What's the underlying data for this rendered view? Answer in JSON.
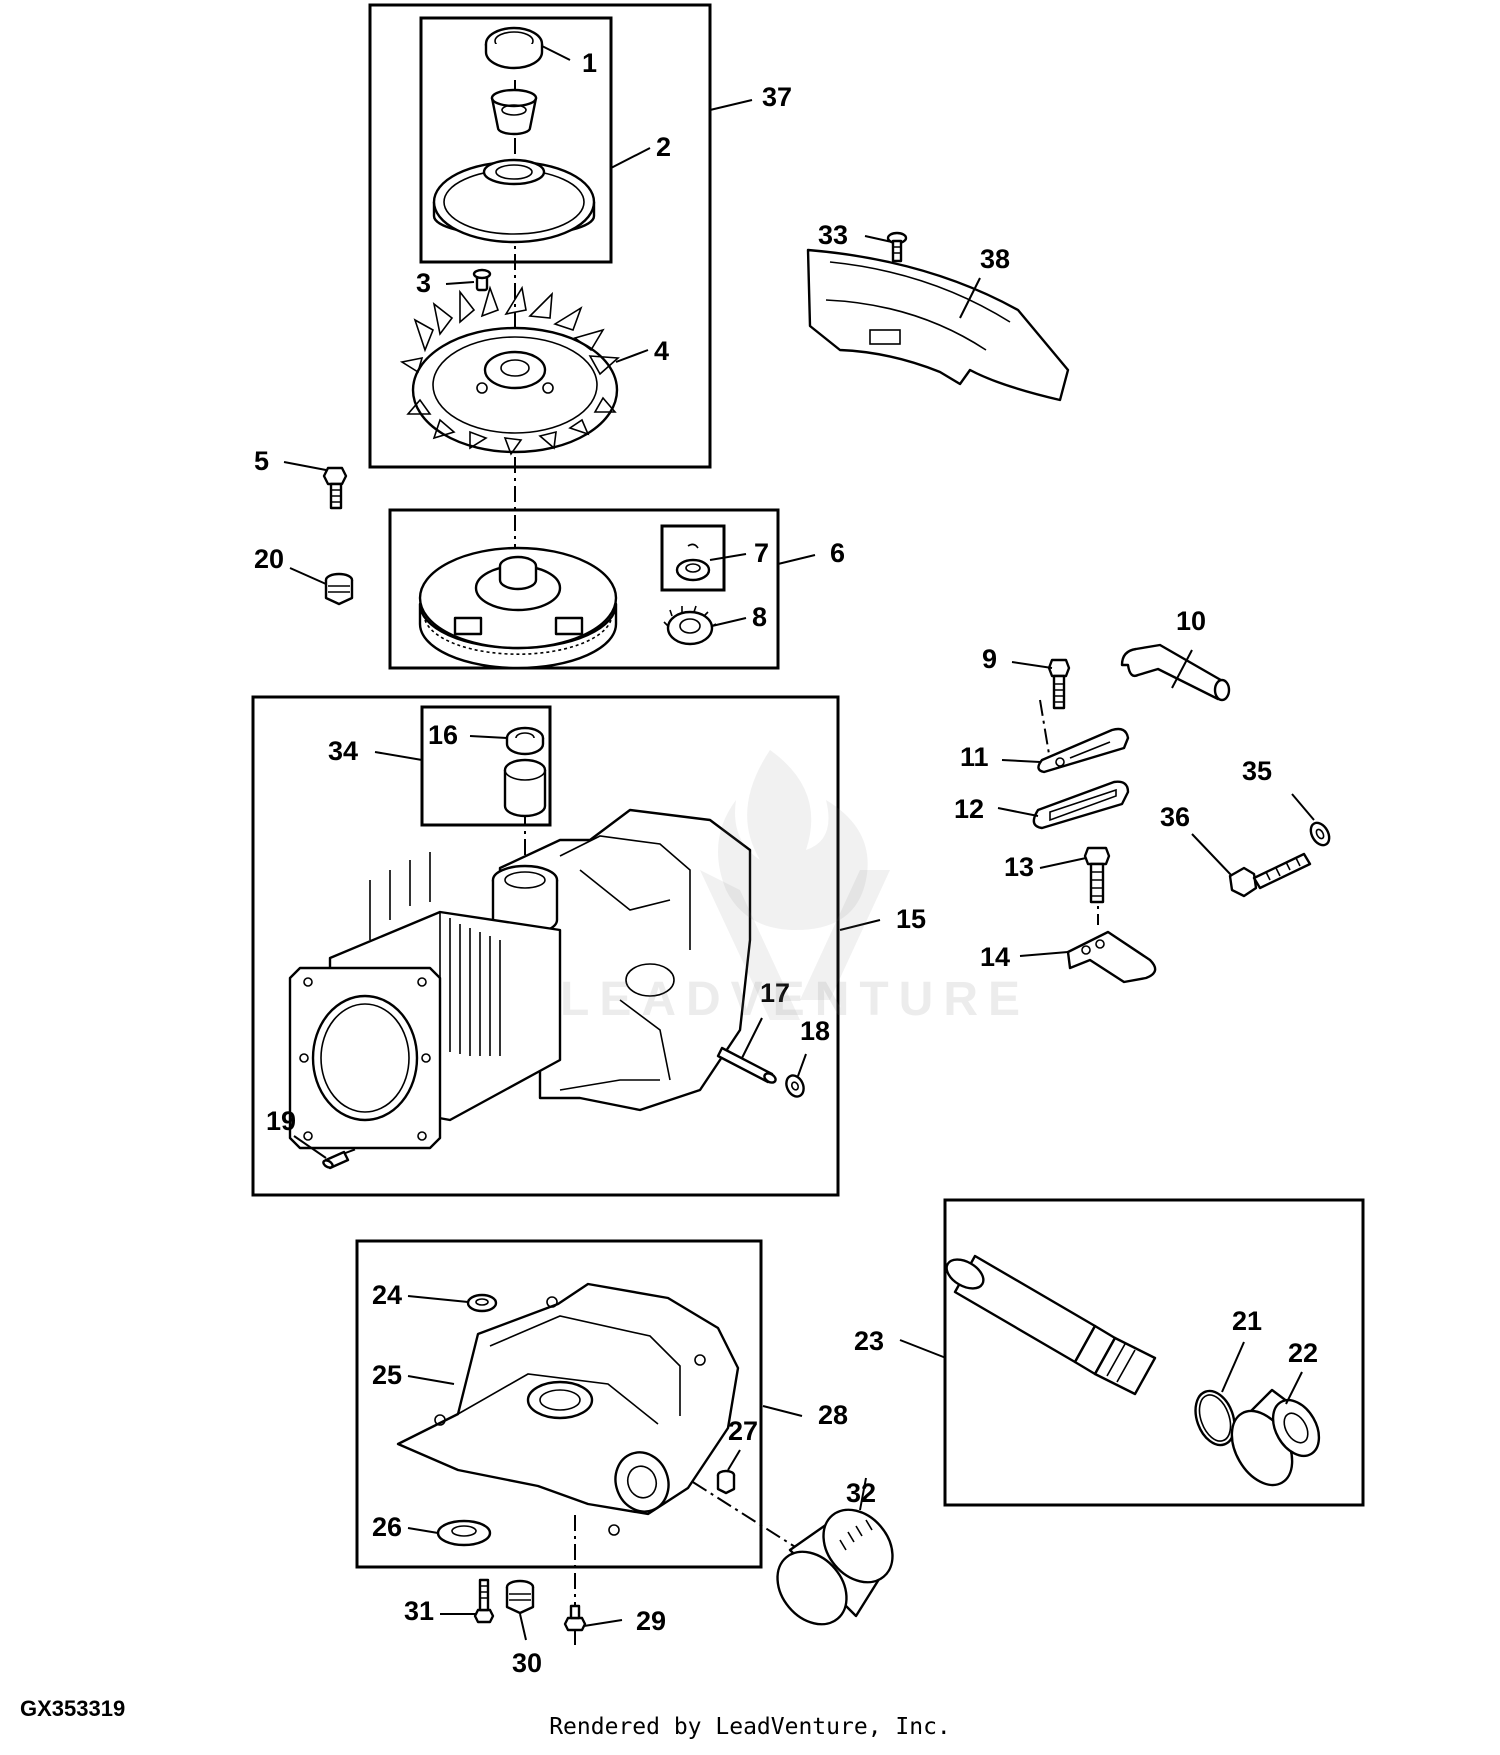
{
  "diagram": {
    "id": "GX353319",
    "credit": "Rendered by LeadVenture, Inc.",
    "watermark": "LEADVENTURE"
  },
  "callouts": [
    "1",
    "2",
    "3",
    "4",
    "5",
    "6",
    "7",
    "8",
    "9",
    "10",
    "11",
    "12",
    "13",
    "14",
    "15",
    "16",
    "17",
    "18",
    "19",
    "20",
    "21",
    "22",
    "23",
    "24",
    "25",
    "26",
    "27",
    "28",
    "29",
    "30",
    "31",
    "32",
    "33",
    "34",
    "35",
    "36",
    "37",
    "38"
  ],
  "groups": [
    {
      "label": "37",
      "contains": [
        "1",
        "2",
        "3",
        "4"
      ]
    },
    {
      "label": "2",
      "contains": [
        "1"
      ]
    },
    {
      "label": "6",
      "contains": [
        "7",
        "8"
      ]
    },
    {
      "label": "15",
      "contains": [
        "16",
        "17",
        "18",
        "19",
        "34"
      ]
    },
    {
      "label": "34",
      "contains": [
        "16"
      ]
    },
    {
      "label": "28",
      "contains": [
        "24",
        "25",
        "26",
        "27"
      ]
    },
    {
      "label": "23",
      "contains": [
        "21",
        "22"
      ]
    }
  ],
  "colors": {
    "ink": "#000000",
    "background": "#ffffff"
  }
}
